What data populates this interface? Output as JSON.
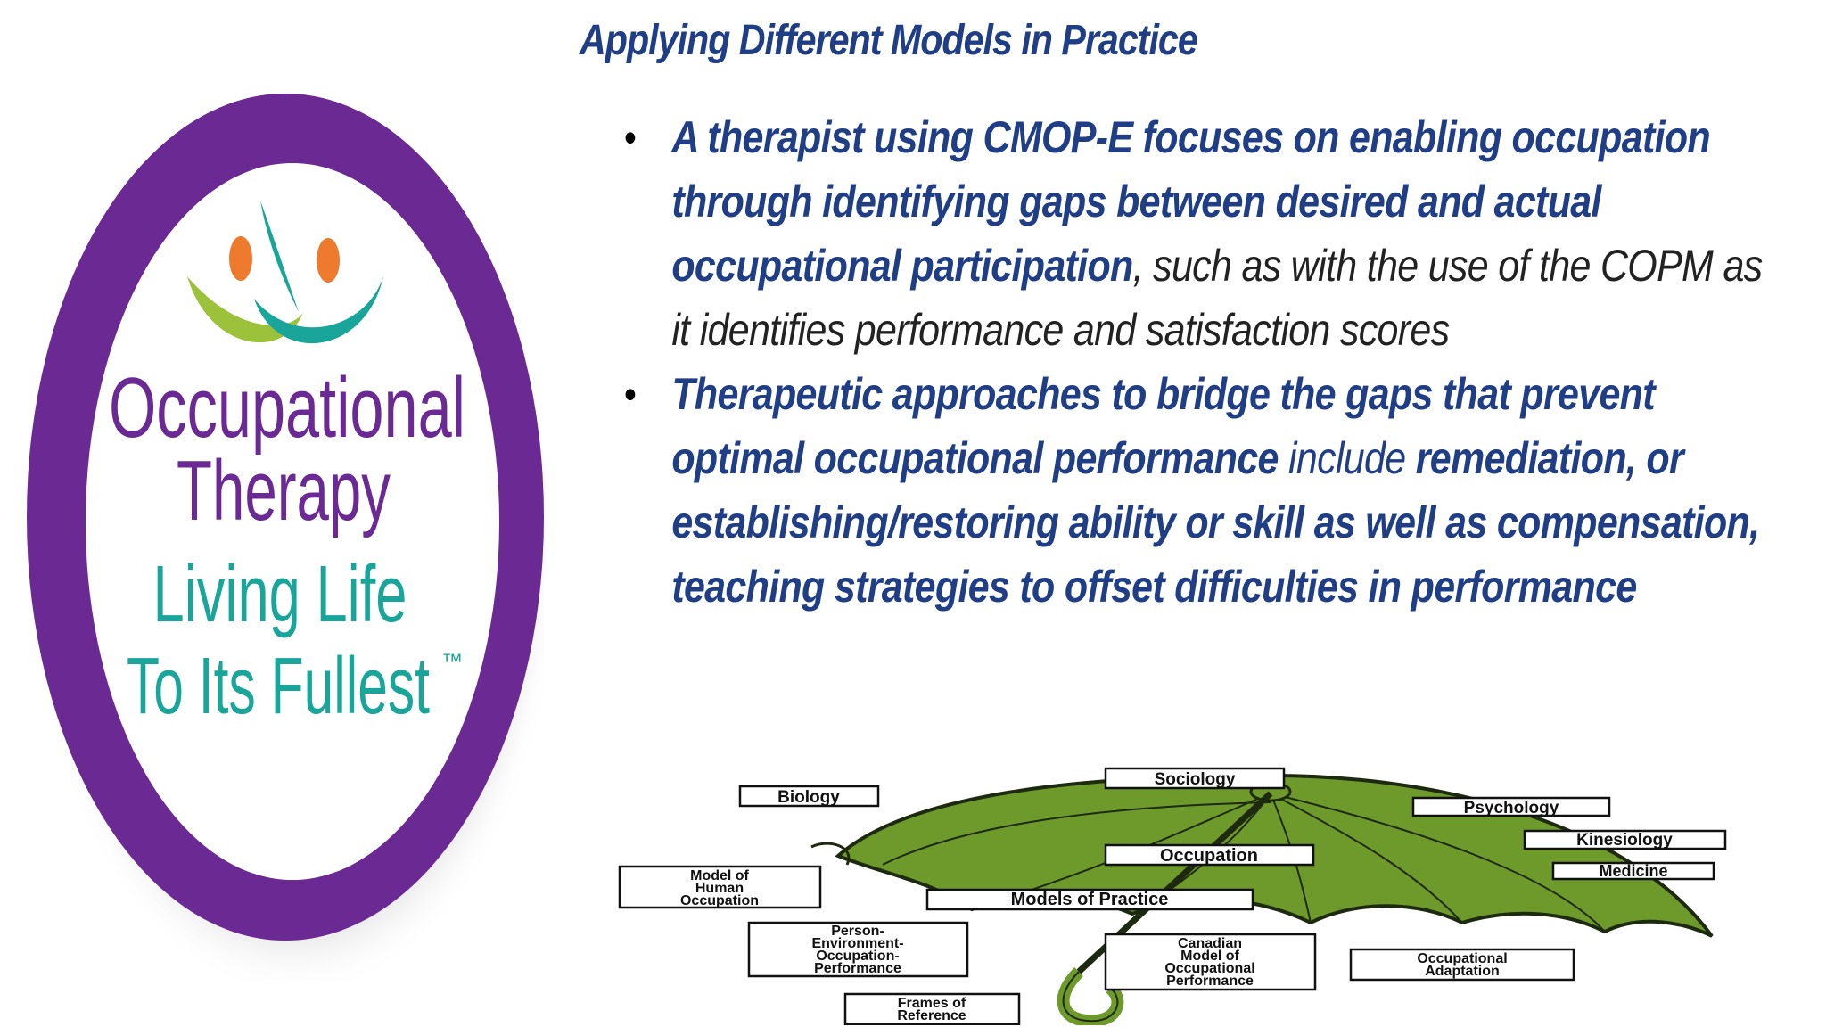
{
  "logo": {
    "line1": "Occupational",
    "line2": "Therapy",
    "line3": "Living Life",
    "line4": "To Its Fullest",
    "tm": "™",
    "colors": {
      "ring": "#6b2a93",
      "purple_text": "#6b2a93",
      "teal_text": "#1aa59b",
      "orange": "#ee7a2e",
      "lime": "#9cc13a"
    }
  },
  "slide": {
    "title": "Applying Different Models in Practice",
    "bullets": [
      {
        "bold": "A therapist using CMOP-E focuses on enabling occupation through identifying gaps between desired and actual occupational participation",
        "normal": ", such as with the use of the COPM as it identifies performance and satisfaction scores"
      },
      {
        "bold1": "Therapeutic approaches to bridge the gaps that prevent optimal occupational performance",
        "normal": " include ",
        "bold2": "remediation, or establishing/restoring ability or skill as well as compensation, teaching strategies to offset difficulties in performance"
      }
    ],
    "text_color": "#1f3e86"
  },
  "umbrella": {
    "canopy_color": "#6e9a2b",
    "labels": {
      "sociology": "Sociology",
      "biology": "Biology",
      "psychology": "Psychology",
      "kinesiology": "Kinesiology",
      "medicine": "Medicine",
      "occupation": "Occupation",
      "models": "Models of Practice",
      "moho": [
        "Model of",
        "Human",
        "Occupation"
      ],
      "peop": [
        "Person-",
        "Environment-",
        "Occupation-",
        "Performance"
      ],
      "cmop": [
        "Canadian",
        "Model of",
        "Occupational",
        "Performance"
      ],
      "oa": [
        "Occupational",
        "Adaptation"
      ],
      "frames": [
        "Frames of",
        "Reference"
      ]
    }
  }
}
